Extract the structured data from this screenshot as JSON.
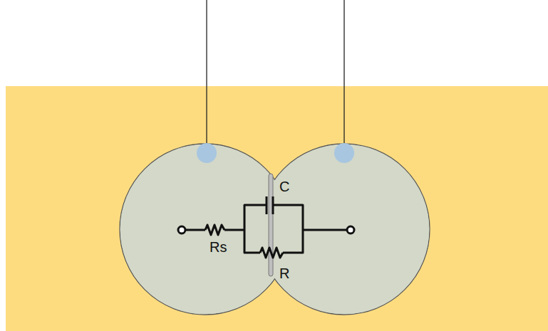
{
  "diagram": {
    "labels": [
      "C",
      "Rs",
      "R"
    ]
  }
}
